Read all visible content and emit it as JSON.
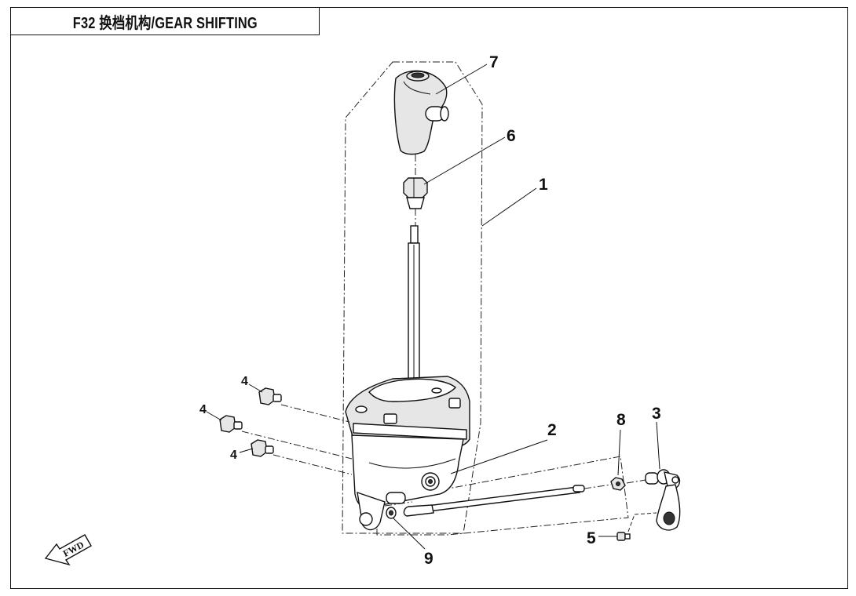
{
  "title": "F32 换档机构/GEAR SHIFTING",
  "callouts": {
    "c1": "1",
    "c2": "2",
    "c3": "3",
    "c4a": "4",
    "c4b": "4",
    "c4c": "4",
    "c5": "5",
    "c6": "6",
    "c7": "7",
    "c8": "8",
    "c9": "9"
  },
  "fwd_label": "FWD"
}
